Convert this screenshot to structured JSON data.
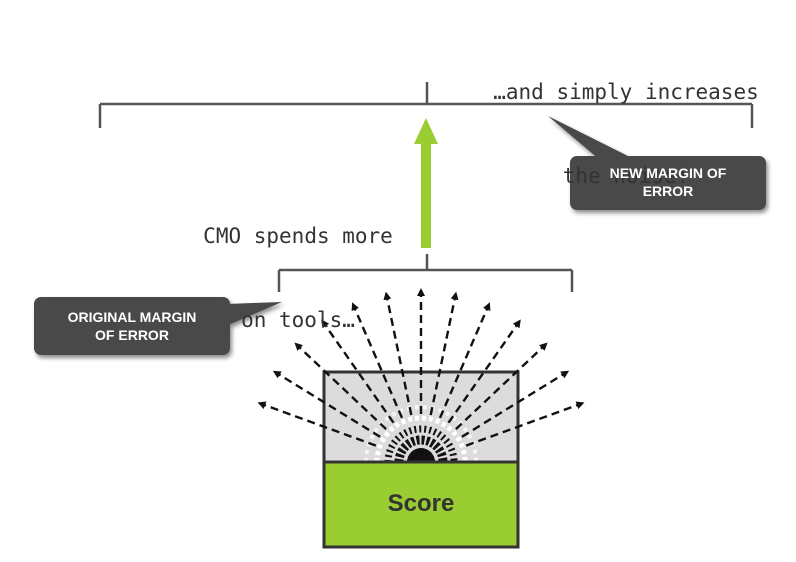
{
  "top_caption": {
    "line1": "…and simply increases",
    "line2": "the noise!"
  },
  "middle_caption": {
    "line1": "CMO spends more",
    "line2": "on tools…"
  },
  "callouts": {
    "new_margin": {
      "line1": "NEW MARGIN OF",
      "line2": "ERROR"
    },
    "original_margin": {
      "line1": "ORIGINAL MARGIN",
      "line2": "OF ERROR"
    }
  },
  "score_box": {
    "label": "Score"
  },
  "colors": {
    "accent_green": "#9acd32",
    "callout_bg": "#4a4a4a",
    "bracket": "#555555",
    "gauge_bg": "#dcdcdc"
  }
}
